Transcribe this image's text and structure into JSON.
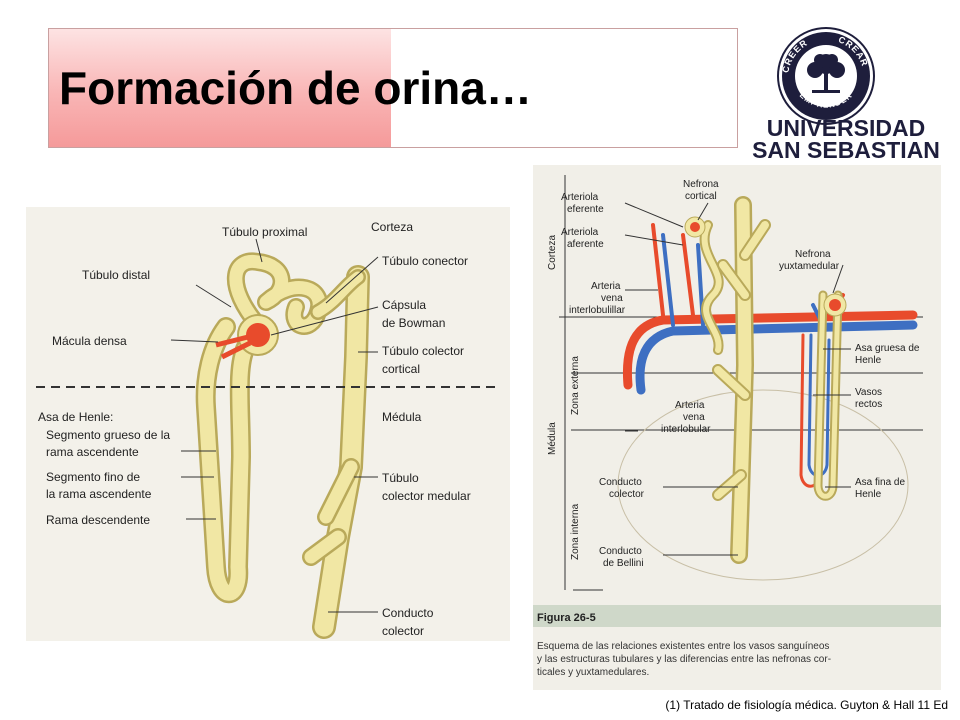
{
  "slide": {
    "title": "Formación de orina…",
    "citation": "(1) Tratado de fisiología médica. Guyton & Hall 11 Ed"
  },
  "logo": {
    "top_left": "CREER",
    "top_right": "CREAR",
    "bottom": "EMPRENDER",
    "line1": "UNIVERSIDAD",
    "line2": "SAN SEBASTIAN"
  },
  "figure_left": {
    "labels": {
      "corteza": "Corteza",
      "tubulo_proximal": "Túbulo proximal",
      "tubulo_distal": "Túbulo distal",
      "tubulo_conector": "Túbulo conector",
      "capsula_1": "Cápsula",
      "capsula_2": "de Bowman",
      "macula_densa": "Mácula densa",
      "colector_cortical_1": "Túbulo colector",
      "colector_cortical_2": "cortical",
      "medula": "Médula",
      "asa_henle": "Asa de Henle:",
      "grueso_1": "Segmento grueso de la",
      "grueso_2": "rama ascendente",
      "fino_1": "Segmento fino de",
      "fino_2": "la rama ascendente",
      "descendente": "Rama descendente",
      "colector_medular_1": "Túbulo",
      "colector_medular_2": "colector medular",
      "conducto_1": "Conducto",
      "conducto_2": "colector"
    }
  },
  "figure_right": {
    "labels": {
      "corteza": "Corteza",
      "zona_externa": "Zona externa",
      "zona_interna": "Zona interna",
      "medula": "Médula",
      "arteriola_eferente_1": "Arteriola",
      "arteriola_eferente_2": "eferente",
      "arteriola_aferente_1": "Arteriola",
      "arteriola_aferente_2": "aferente",
      "arteria_1": "Arteria",
      "arteria_2": "vena",
      "arteria_3": "interlobulillar",
      "nefrona_cortical_1": "Nefrona",
      "nefrona_cortical_2": "cortical",
      "nefrona_yuxta_1": "Nefrona",
      "nefrona_yuxta_2": "yuxtamedular",
      "asa_gruesa_1": "Asa gruesa de",
      "asa_gruesa_2": "Henle",
      "vasos_1": "Vasos",
      "vasos_2": "rectos",
      "arteria_b1": "Arteria",
      "arteria_b2": "vena",
      "arteria_b3": "interlobular",
      "conducto_colector_1": "Conducto",
      "conducto_colector_2": "colector",
      "asa_fina_1": "Asa fina de",
      "asa_fina_2": "Henle",
      "bellini_1": "Conducto",
      "bellini_2": "de Bellini",
      "figura": "Figura 26-5",
      "caption_1": "Esquema de las relaciones existentes entre los vasos sanguíneos",
      "caption_2": "y las estructuras tubulares y las diferencias entre las nefronas cor-",
      "caption_3": "ticales y yuxtamedulares."
    }
  }
}
